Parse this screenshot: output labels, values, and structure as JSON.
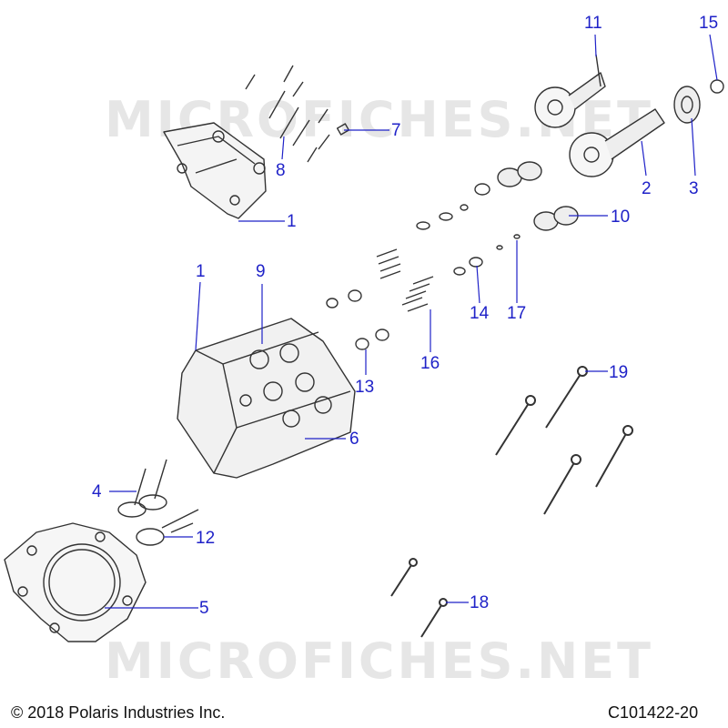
{
  "watermark_text": "MICROFICHES.NET",
  "footer": {
    "copyright": "© 2018 Polaris Industries Inc.",
    "drawing_id": "C101422-20"
  },
  "callouts": {
    "c1_top": "1",
    "c1_mid": "1",
    "c2": "2",
    "c3": "3",
    "c4": "4",
    "c5": "5",
    "c6": "6",
    "c7": "7",
    "c8": "8",
    "c9": "9",
    "c10": "10",
    "c11": "11",
    "c12": "12",
    "c13": "13",
    "c14": "14",
    "c15": "15",
    "c16": "16",
    "c17": "17",
    "c18": "18",
    "c19": "19"
  },
  "colors": {
    "callout": "#1f22c8",
    "line_art": "#333333",
    "watermark": "#e6e6e6"
  }
}
